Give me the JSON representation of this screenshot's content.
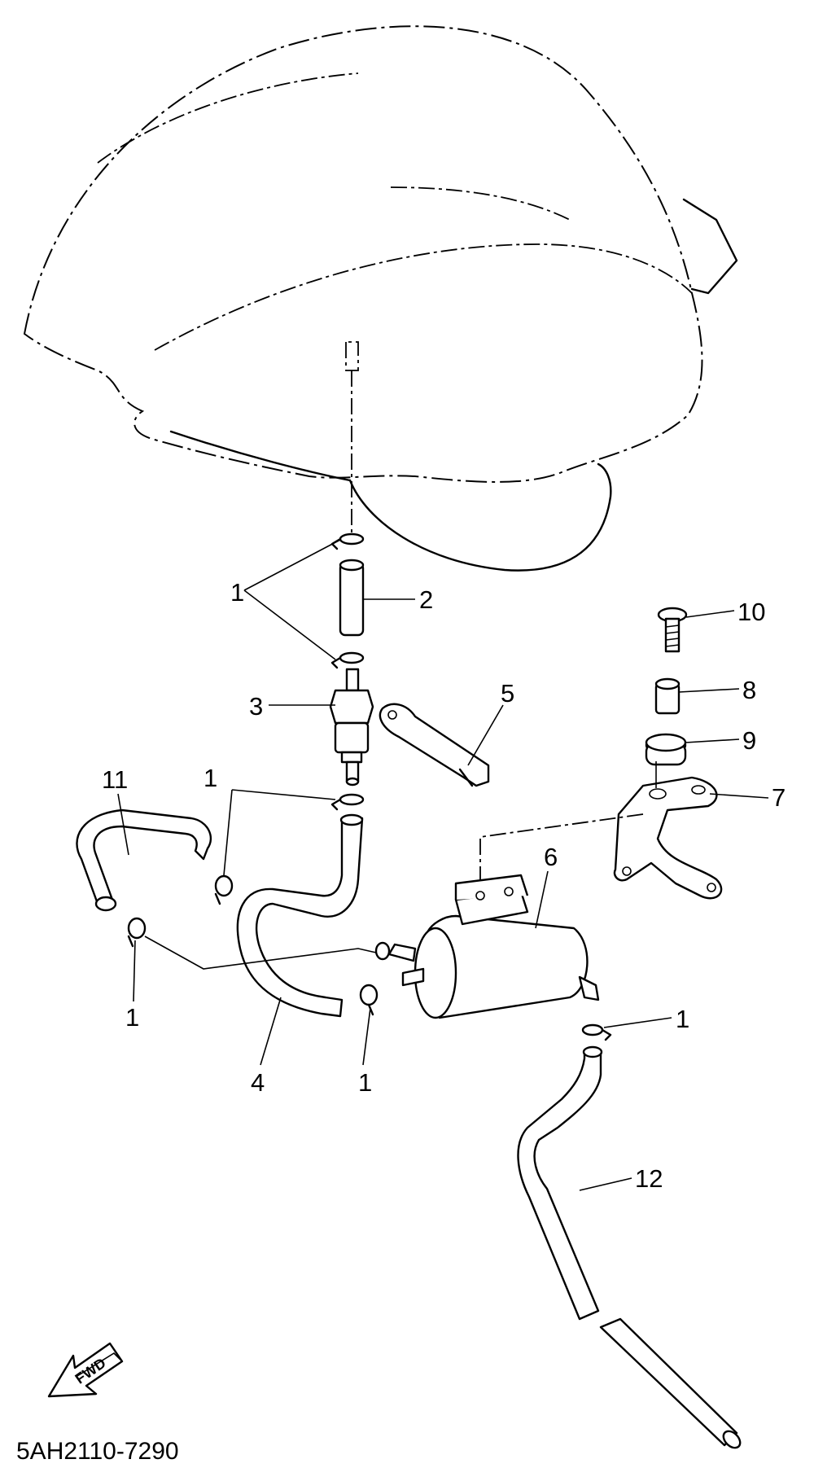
{
  "callouts": {
    "c1_top": "1",
    "c2": "2",
    "c3": "3",
    "c5": "5",
    "c10": "10",
    "c8": "8",
    "c9": "9",
    "c7": "7",
    "c11": "11",
    "c1_mid": "1",
    "c6": "6",
    "c1_left": "1",
    "c1_right": "1",
    "c4": "4",
    "c1_bottom": "1",
    "c12": "12"
  },
  "fwd_label": "FWD",
  "diagram_code": "5AH2110-7290"
}
